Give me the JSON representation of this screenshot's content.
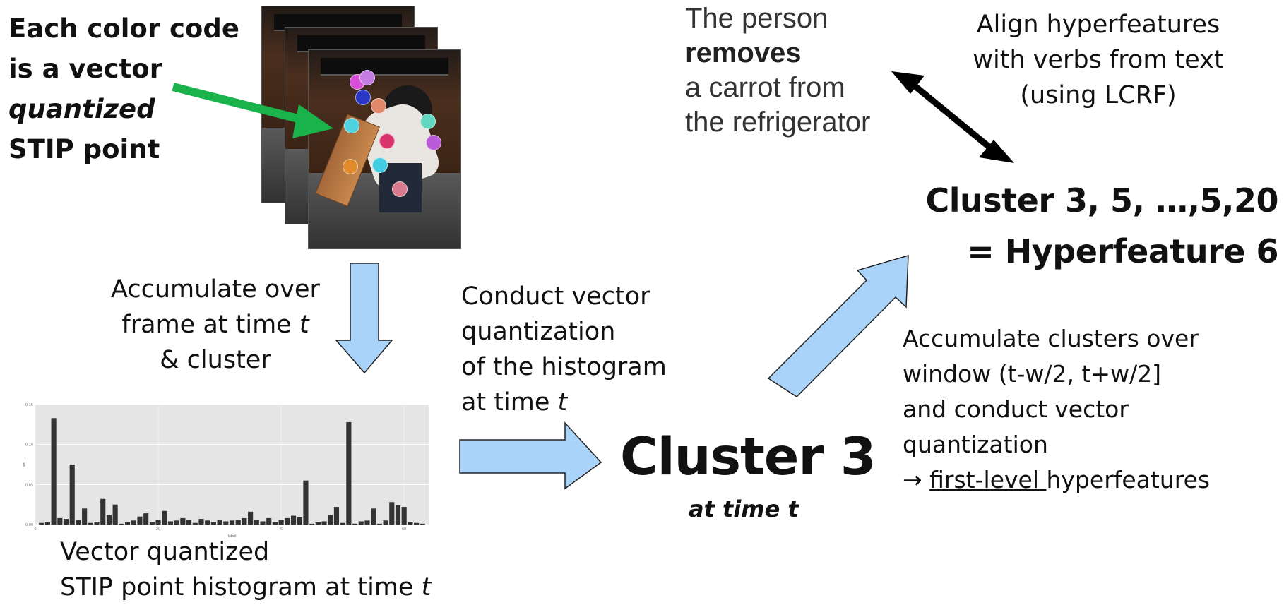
{
  "left_note": {
    "line1": "Each color code",
    "line2": "is a vector",
    "line3": "quantized",
    "line4": "STIP point"
  },
  "accumulate_frame": {
    "line1": "Accumulate over",
    "line2_pre": "frame at time ",
    "line2_var": "t",
    "line3": "& cluster"
  },
  "histogram_caption": {
    "line1": "Vector quantized",
    "line2_pre": "STIP point histogram at time ",
    "line2_var": "t"
  },
  "vq_note": {
    "line1": "Conduct vector",
    "line2": "quantization",
    "line3": "of the histogram",
    "line4_pre": "at time ",
    "line4_var": "t"
  },
  "cluster_center": {
    "title": "Cluster 3",
    "subtitle": "at time t"
  },
  "sentence": {
    "line1": "The person",
    "line2": "removes",
    "line3": "a carrot from",
    "line4": "the refrigerator"
  },
  "align_note": {
    "line1": "Align hyperfeatures",
    "line2": "with verbs from text",
    "line3": "(using LCRF)"
  },
  "cluster_seq": {
    "line1": "Cluster 3, 5, …,5,20",
    "line2": "= Hyperfeature 6"
  },
  "window_note": {
    "line1": "Accumulate clusters over",
    "line2": "window (t-w/2, t+w/2]",
    "line3": "and conduct vector",
    "line4": "quantization",
    "line5_arrow": "→ ",
    "line5_underlined": "first-level ",
    "line5_rest": "hyperfeatures"
  },
  "chart_data": {
    "type": "bar",
    "xlabel": "label",
    "ylabel": "wt",
    "ylim": [
      0,
      0.15
    ],
    "yticks": [
      "0.00",
      "0.05",
      "0.10",
      "0.15"
    ],
    "xticks": [
      "0",
      "20",
      "40",
      "60"
    ],
    "xlim": [
      0,
      64
    ],
    "x": [
      1,
      2,
      3,
      4,
      5,
      6,
      7,
      8,
      9,
      10,
      11,
      12,
      13,
      14,
      15,
      16,
      17,
      18,
      19,
      20,
      21,
      22,
      23,
      24,
      25,
      26,
      27,
      28,
      29,
      30,
      31,
      32,
      33,
      34,
      35,
      36,
      37,
      38,
      39,
      40,
      41,
      42,
      43,
      44,
      45,
      46,
      47,
      48,
      49,
      50,
      51,
      52,
      53,
      54,
      55,
      56,
      57,
      58,
      59,
      60,
      61,
      62,
      63
    ],
    "values": [
      0.002,
      0.003,
      0.133,
      0.008,
      0.007,
      0.075,
      0.006,
      0.02,
      0.002,
      0.003,
      0.032,
      0.012,
      0.025,
      0.001,
      0.003,
      0.005,
      0.01,
      0.014,
      0.003,
      0.006,
      0.017,
      0.004,
      0.005,
      0.008,
      0.006,
      0.002,
      0.007,
      0.005,
      0.003,
      0.006,
      0.004,
      0.005,
      0.006,
      0.008,
      0.016,
      0.006,
      0.004,
      0.008,
      0.003,
      0.006,
      0.008,
      0.011,
      0.009,
      0.055,
      0.001,
      0.003,
      0.004,
      0.012,
      0.022,
      0.002,
      0.128,
      0.001,
      0.004,
      0.005,
      0.02,
      0.001,
      0.005,
      0.028,
      0.024,
      0.022,
      0.003,
      0.002,
      0.001
    ],
    "bar_color": "#333333",
    "background": "#e5e5e5"
  },
  "colors": {
    "arrow_fill": "#a9d3f9",
    "arrow_stroke": "#222222",
    "green_arrow": "#19b24b",
    "black_arrow": "#000000",
    "dot_colors": [
      "#d64fd6",
      "#c57de4",
      "#2b38c6",
      "#e2886a",
      "#4fd2e0",
      "#63d8c0",
      "#b95ad6",
      "#d8336d",
      "#43cde3",
      "#e08b2c",
      "#d87b8e",
      "#3fc2e0"
    ]
  },
  "icons": [
    "stacked-video-frames",
    "green-pointer-arrow",
    "double-headed-black-arrow",
    "block-down-arrow",
    "block-right-arrow",
    "block-diagonal-arrow"
  ]
}
